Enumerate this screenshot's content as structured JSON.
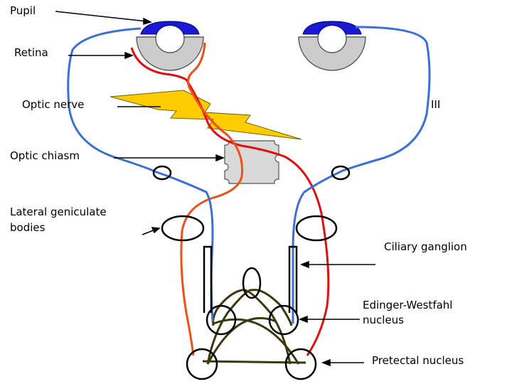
{
  "labels": {
    "pupil": "Pupil",
    "retina": "Retina",
    "optic_nerve": "Optic nerve",
    "optic_chiasm": "Optic chiasm",
    "lateral_geniculate_line1": "Lateral geniculate",
    "lateral_geniculate_line2": "bodies",
    "cn3": "III",
    "ciliary_ganglion": "Ciliary ganglion",
    "edinger_line1": "Edinger-Westfahl",
    "edinger_line2": "nucleus",
    "pretectal": "Pretectal nucleus"
  },
  "colors": {
    "pupil": "#1a1ad6",
    "eye_gray": "#cccccc",
    "efferent_blue": "#3a6fd8",
    "afferent_red": "#e01010",
    "afferent_orange": "#f05018",
    "interneuron": "#3a3a10",
    "lightning": "#ffcc00",
    "chiasm": "#d9d9d9"
  }
}
